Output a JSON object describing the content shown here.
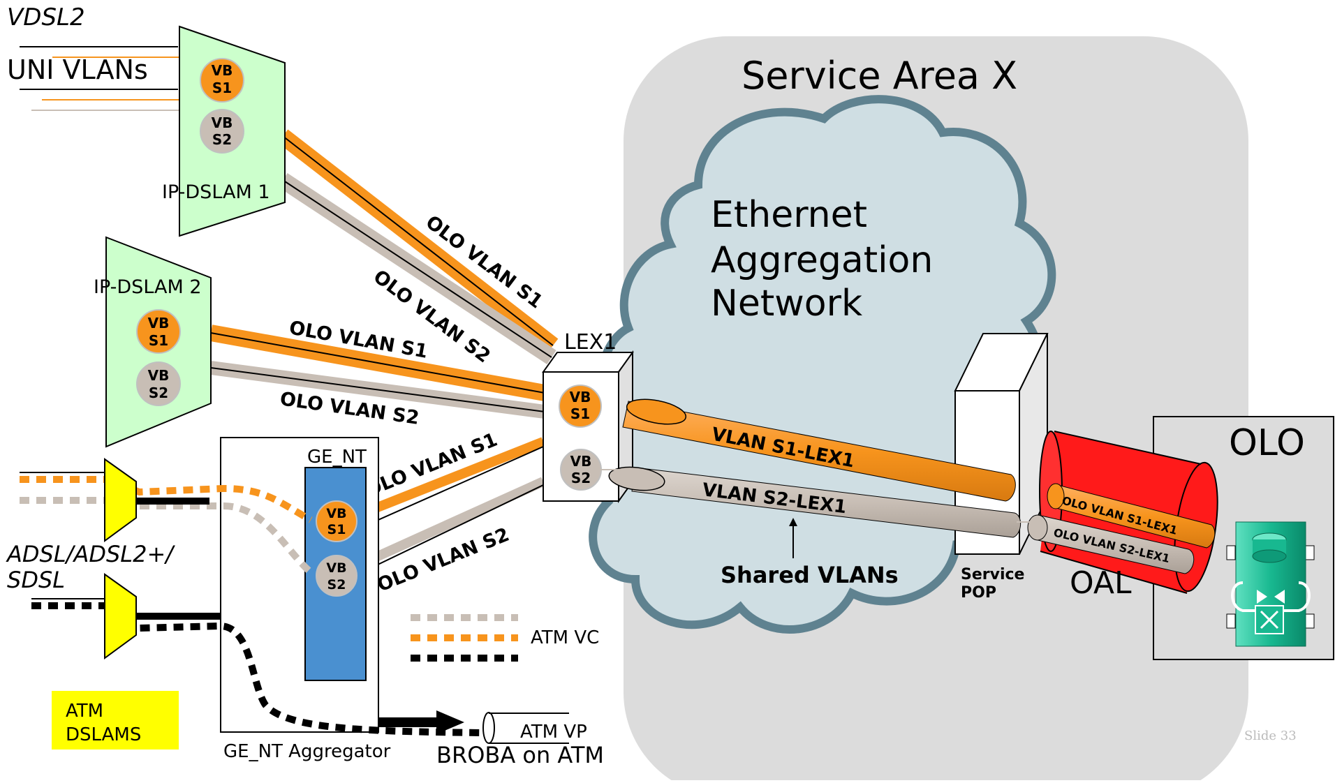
{
  "colors": {
    "orange": "#f7941d",
    "grey": "#c8beb5",
    "cloud": "#cfdee3",
    "cloud_border": "#5f8290",
    "area": "#dcdcdc",
    "dslam_green": "#ccffcc",
    "atm_yellow": "#ffff00",
    "ge_nt_blue": "#4a90d0",
    "oal_red": "#ff1a1a"
  },
  "labels": {
    "vdsl2": "VDSL2",
    "uni_vlans": "UNI VLANs",
    "ip_dslam_1": "IP-DSLAM 1",
    "ip_dslam_2": "IP-DSLAM 2",
    "vbs1": [
      "VB",
      "S1"
    ],
    "vbs2": [
      "VB",
      "S2"
    ],
    "olo_vlan_s1": "OLO VLAN S1",
    "olo_vlan_s2": "OLO VLAN S2",
    "lex1": "LEX1",
    "service_area": "Service Area X",
    "ean": [
      "Ethernet",
      "Aggregation",
      "Network"
    ],
    "vlan_s1_lex1": "VLAN S1-LEX1",
    "vlan_s2_lex1": "VLAN S2-LEX1",
    "shared_vlans": "Shared VLANs",
    "service_pop": [
      "Service",
      "POP"
    ],
    "olo_vlan_s1_lex1": "OLO VLAN S1-LEX1",
    "olo_vlan_s2_lex1": "OLO VLAN S2-LEX1",
    "oal": "OAL",
    "olo": "OLO",
    "ge_nt": "GE_NT",
    "ge_nt_aggregator": "GE_NT Aggregator",
    "adsl": [
      "ADSL/ADSL2+/",
      "SDSL"
    ],
    "atm_dslams": [
      "ATM",
      "DSLAMS"
    ],
    "atm_vc": "ATM VC",
    "atm_vp": "ATM VP",
    "broba": "BROBA on ATM",
    "slide": "Slide 33"
  }
}
